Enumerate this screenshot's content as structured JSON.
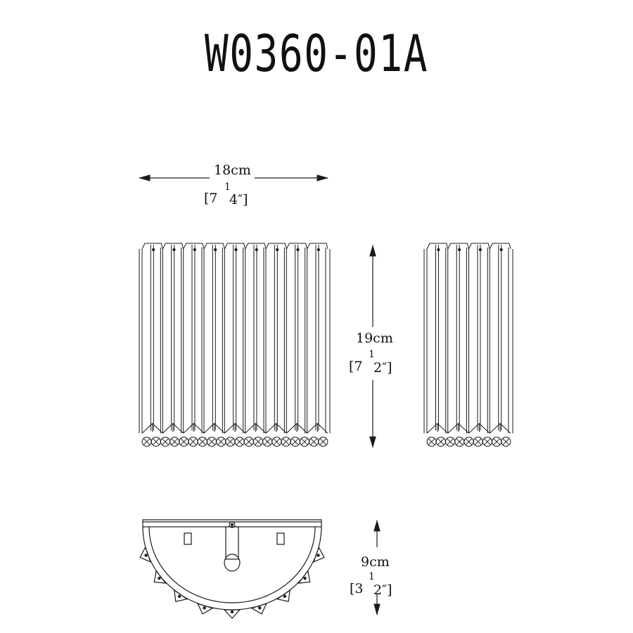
{
  "title": "W0360-01A",
  "dimensions": {
    "width": {
      "metric": "18cm",
      "open": "[7",
      "num": "1",
      "den": "4″]"
    },
    "height": {
      "metric": "19cm",
      "open": "[7",
      "num": "1",
      "den": "2″]"
    },
    "depth": {
      "metric": "9cm",
      "open": "[3",
      "num": "1",
      "den": "2″]"
    }
  },
  "views": {
    "front": {
      "prism_count": 9
    },
    "side": {
      "prism_count": 4
    },
    "top": {
      "facet_count": 9
    }
  },
  "colors": {
    "line": "#1a1a1a",
    "background": "#ffffff"
  }
}
